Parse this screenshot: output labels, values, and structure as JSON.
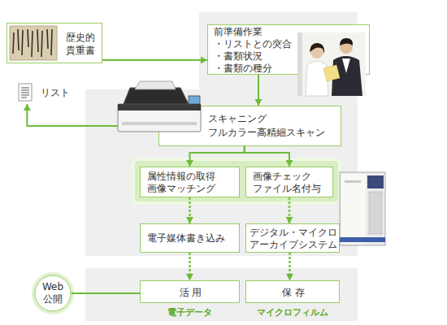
{
  "diagram": {
    "nodes": [
      {
        "text": [
          "歴史的 貴重書"
        ]
      },
      {
        "text": [
          "リスト"
        ]
      },
      {
        "text": [
          "前準備作業",
          "・リストとの突合",
          "・書類状況",
          "・書類の種分"
        ]
      },
      {
        "text": [
          "スキャニング",
          "フルカラー高精細スキャン"
        ]
      },
      {
        "text": [
          "属性情報の取得",
          "画像マッチング"
        ]
      },
      {
        "text": [
          "画像チェック",
          "ファイル名付与"
        ]
      },
      {
        "text": [
          "電子媒体書き込み"
        ]
      },
      {
        "text": [
          "デジタル・マイクロ アーカイブシステム"
        ]
      },
      {
        "text": [
          "Web 公開"
        ]
      },
      {
        "text": [
          "活 用"
        ]
      },
      {
        "text": [
          "保 存"
        ]
      }
    ],
    "edges": [
      {
        "from": 0,
        "to": 2,
        "arrow": "to"
      },
      {
        "from": 2,
        "to": 3,
        "arrow": "to"
      },
      {
        "from": 3,
        "to": 1,
        "arrow": "to"
      },
      {
        "from": 3,
        "to": 4,
        "arrow": "to"
      },
      {
        "from": 3,
        "to": 5,
        "arrow": "to"
      },
      {
        "from": 4,
        "to": 6,
        "arrow": "to"
      },
      {
        "from": 5,
        "to": 7,
        "arrow": "to"
      },
      {
        "from": 6,
        "to": 9,
        "arrow": "to"
      },
      {
        "from": 7,
        "to": 10,
        "arrow": "to"
      },
      {
        "from": 8,
        "to": 9,
        "arrow": "none"
      }
    ],
    "labels": [
      "電子データ",
      "マイクロフィルム"
    ]
  }
}
